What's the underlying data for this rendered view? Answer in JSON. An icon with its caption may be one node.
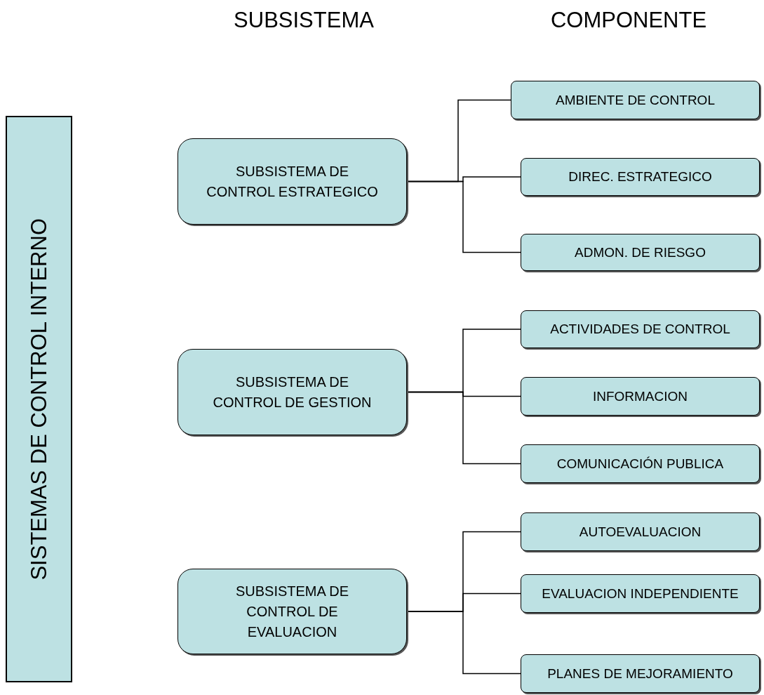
{
  "diagram": {
    "nodes": [
      {
        "text": [
          "SISTEMAS DE CONTROL INTERNO"
        ]
      },
      {
        "text": [
          "SUBSISTEMA DE CONTROL ESTRATEGICO"
        ]
      },
      {
        "text": [
          "AMBIENTE DE CONTROL"
        ]
      },
      {
        "text": [
          "DIREC. ESTRATEGICO"
        ]
      },
      {
        "text": [
          "ADMON. DE RIESGO"
        ]
      },
      {
        "text": [
          "SUBSISTEMA DE CONTROL DE GESTION"
        ]
      },
      {
        "text": [
          "ACTIVIDADES DE CONTROL"
        ]
      },
      {
        "text": [
          "INFORMACION"
        ]
      },
      {
        "text": [
          "COMUNICACIÓN PUBLICA"
        ]
      },
      {
        "text": [
          "SUBSISTEMA DE CONTROL DE EVALUACION"
        ]
      },
      {
        "text": [
          "AUTOEVALUACION"
        ]
      },
      {
        "text": [
          "EVALUACION INDEPENDIENTE"
        ]
      },
      {
        "text": [
          "PLANES DE MEJORAMIENTO"
        ]
      }
    ],
    "edges": [
      {
        "from": 1,
        "to": 2,
        "arrow": "none"
      },
      {
        "from": 1,
        "to": 3,
        "arrow": "none"
      },
      {
        "from": 1,
        "to": 4,
        "arrow": "none"
      },
      {
        "from": 5,
        "to": 6,
        "arrow": "none"
      },
      {
        "from": 5,
        "to": 7,
        "arrow": "none"
      },
      {
        "from": 5,
        "to": 8,
        "arrow": "none"
      },
      {
        "from": 9,
        "to": 10,
        "arrow": "none"
      },
      {
        "from": 9,
        "to": 11,
        "arrow": "none"
      },
      {
        "from": 9,
        "to": 12,
        "arrow": "none"
      }
    ],
    "labels": [
      "SUBSISTEMA",
      "COMPONENTE"
    ]
  }
}
